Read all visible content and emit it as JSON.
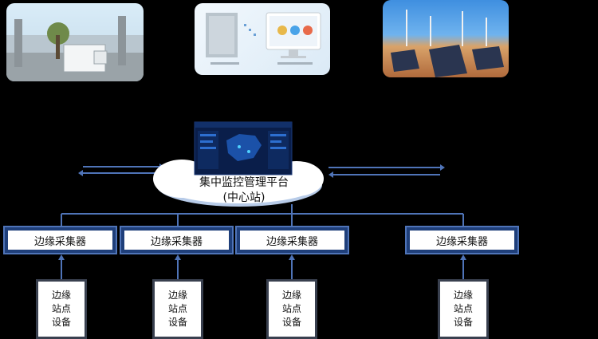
{
  "platform": {
    "title": "集中监控管理平台",
    "subtitle": "(中心站)"
  },
  "collectors": [
    {
      "label": "边缘采集器"
    },
    {
      "label": "边缘采集器"
    },
    {
      "label": "边缘采集器"
    },
    {
      "label": "边缘采集器"
    }
  ],
  "devices": [
    {
      "lines": [
        "边缘",
        "站点",
        "设备"
      ]
    },
    {
      "lines": [
        "边缘",
        "站点",
        "设备"
      ]
    },
    {
      "lines": [
        "边缘",
        "站点",
        "设备"
      ]
    },
    {
      "lines": [
        "边缘",
        "站点",
        "设备"
      ]
    }
  ],
  "colors": {
    "background": "#000000",
    "cloud": "#ffffff",
    "cloud_edge": "#b7cbe8",
    "line": "#4f74b8",
    "collector_border": "#4f74b8",
    "device_border": "#39404f",
    "screen": "#0a1e4a"
  },
  "icons": {
    "left_photo": "outdoor-equipment-cabinet-photo",
    "middle_photo": "cabinet-and-monitor-photo",
    "right_photo": "wind-solar-farm-photo",
    "platform_screen": "monitoring-dashboard-screen"
  }
}
